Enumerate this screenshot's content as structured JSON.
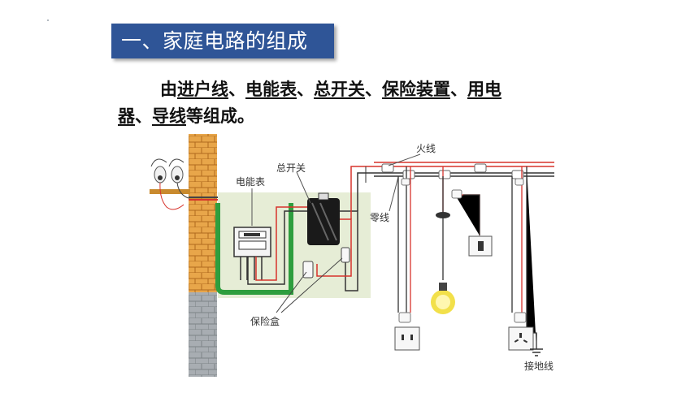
{
  "title": "一、家庭电路的组成",
  "paragraph": {
    "prefix": "由",
    "items": [
      "进户线",
      "电能表",
      "总开关",
      "保险装置",
      "用电",
      "器",
      "导线"
    ],
    "sep": "、",
    "suffix": "等组成。"
  },
  "diagram": {
    "labels": {
      "meter": "电能表",
      "main_switch": "总开关",
      "live_wire": "火线",
      "neutral_wire": "零线",
      "fuse_box": "保险盒",
      "ground_wire": "接地线"
    }
  },
  "colors": {
    "title_bg": "#2f5597",
    "brick": "#e8a64a",
    "wall_gray": "#a8adb2",
    "panel_bg": "#e6edd6",
    "green_wire": "#2e9e3e",
    "red_wire": "#d7332c",
    "bulb": "#f2e04a"
  }
}
